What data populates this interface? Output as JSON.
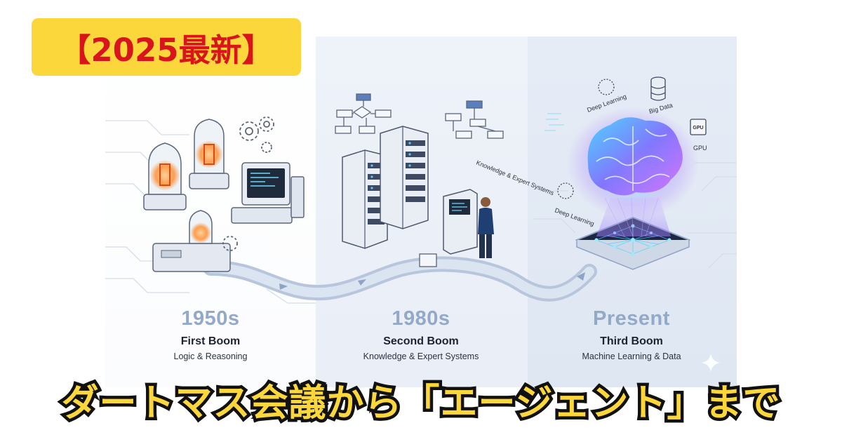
{
  "badge": {
    "text": "【2025最新】"
  },
  "headline": {
    "text": "ダートマス会議から「エージェント」まで"
  },
  "eras": [
    {
      "year": "1950s",
      "name": "First Boom",
      "desc": "Logic & Reasoning"
    },
    {
      "year": "1980s",
      "name": "Second Boom",
      "desc": "Knowledge & Expert Systems"
    },
    {
      "year": "Present",
      "name": "Third Boom",
      "desc": "Machine Learning & Data"
    }
  ],
  "illustration_labels": {
    "knowledge": "Knowledge & Expert Systems",
    "deep_learning_top": "Deep Learning",
    "big_data": "Big Data",
    "gpu_chip": "GPU",
    "gpu": "GPU",
    "deep_learning_side": "Deep Learning"
  },
  "colors": {
    "badge_bg": "#fcd73b",
    "badge_text": "#d9151c",
    "headline_fill": "#fcd73b",
    "headline_stroke": "#111111",
    "era_year": "#93a9c8"
  },
  "icons": [
    "vacuum-tube-icon",
    "gear-icon",
    "retro-computer-icon",
    "server-rack-icon",
    "flowchart-icon",
    "person-at-terminal-icon",
    "glowing-brain-icon",
    "neural-network-chip-icon",
    "database-icon",
    "sparkle-icon"
  ]
}
